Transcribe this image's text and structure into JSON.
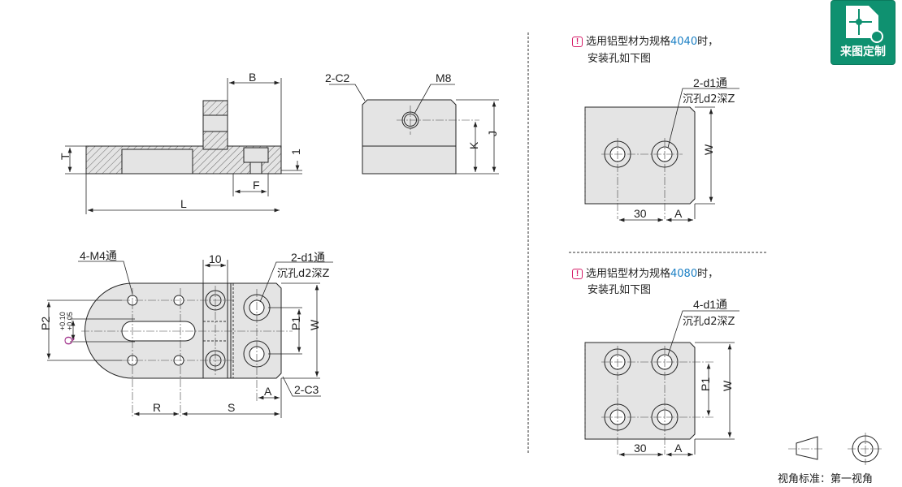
{
  "logo": {
    "label": "来图定制",
    "icon": "custom-drawing-icon",
    "color": "#0f9170"
  },
  "side_view": {
    "B": "B",
    "T": "T",
    "L": "L",
    "F": "F",
    "one": "1"
  },
  "front_view": {
    "chamfer": "2-C2",
    "thread": "M8",
    "K": "K",
    "J": "J"
  },
  "plan_view": {
    "m4": "4-M4通",
    "ten": "10",
    "d1": "2-d1通",
    "counterbore": "沉孔d2深Z",
    "P2": "P2",
    "Q": "Q",
    "tol_upper": "+0.10",
    "tol_lower": "+0.05",
    "P1": "P1",
    "W": "W",
    "A": "A",
    "chamfer": "2-C3",
    "R": "R",
    "S": "S"
  },
  "note_4040": {
    "prefix": "选用铝型材为规格",
    "size": "4040",
    "suffix": "时，",
    "line2": "安装孔如下图",
    "d1": "2-d1通",
    "counterbore": "沉孔d2深Z",
    "W": "W",
    "thirty": "30",
    "A": "A"
  },
  "note_4080": {
    "prefix": "选用铝型材为规格",
    "size": "4080",
    "suffix": "时，",
    "line2": "安装孔如下图",
    "d1": "4-d1通",
    "counterbore": "沉孔d2深Z",
    "P1": "P1",
    "W": "W",
    "thirty": "30",
    "A": "A"
  },
  "projection": {
    "label": "视角标准：第一视角"
  },
  "colors": {
    "highlight": "#1a7fc4",
    "note_icon": "#d6206a",
    "q_label": "#a0308a"
  }
}
